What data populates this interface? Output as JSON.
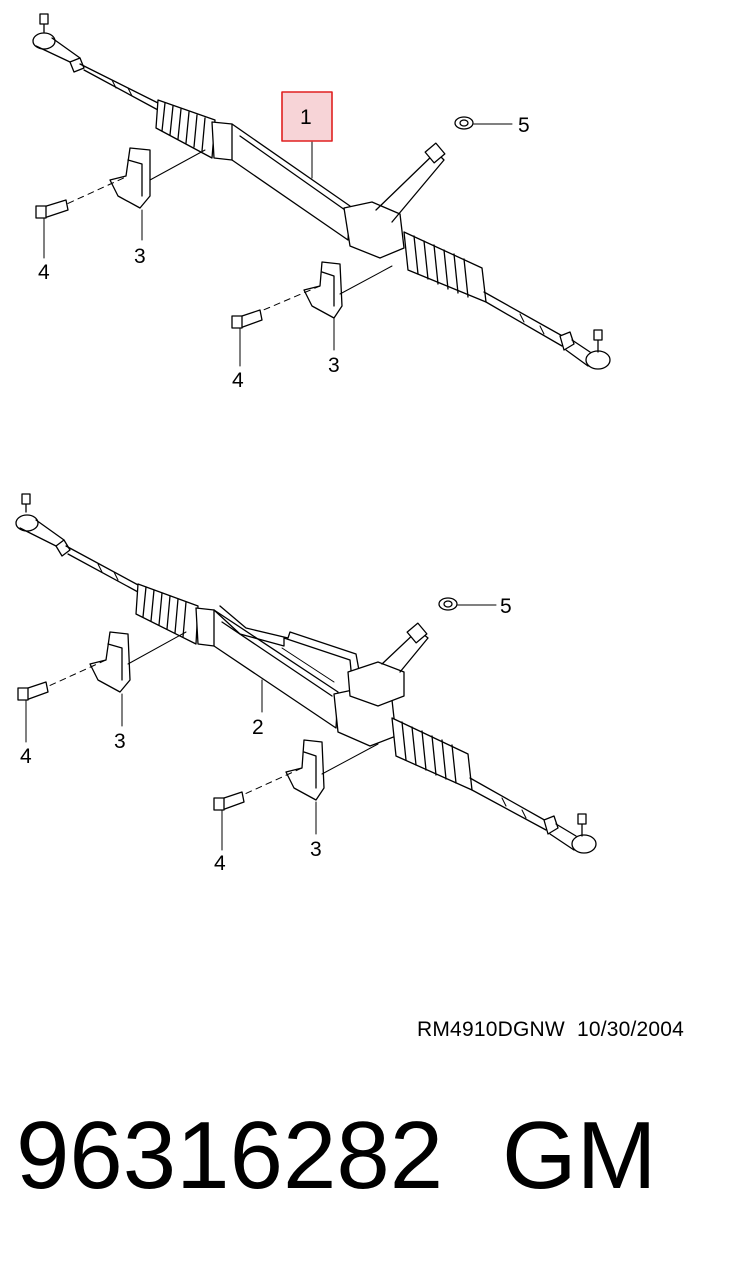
{
  "diagram": {
    "upper_assembly": {
      "callouts": [
        "1",
        "3",
        "3",
        "4",
        "4",
        "5"
      ],
      "highlighted_callout": "1",
      "highlight_color": "#e02020",
      "highlight_fill": "#f7d4d7"
    },
    "lower_assembly": {
      "callouts": [
        "2",
        "3",
        "3",
        "4",
        "4",
        "5"
      ]
    }
  },
  "footer": {
    "reference_code": "RM4910DGNW",
    "date": "10/30/2004",
    "part_number": "96316282",
    "brand": "GM"
  }
}
